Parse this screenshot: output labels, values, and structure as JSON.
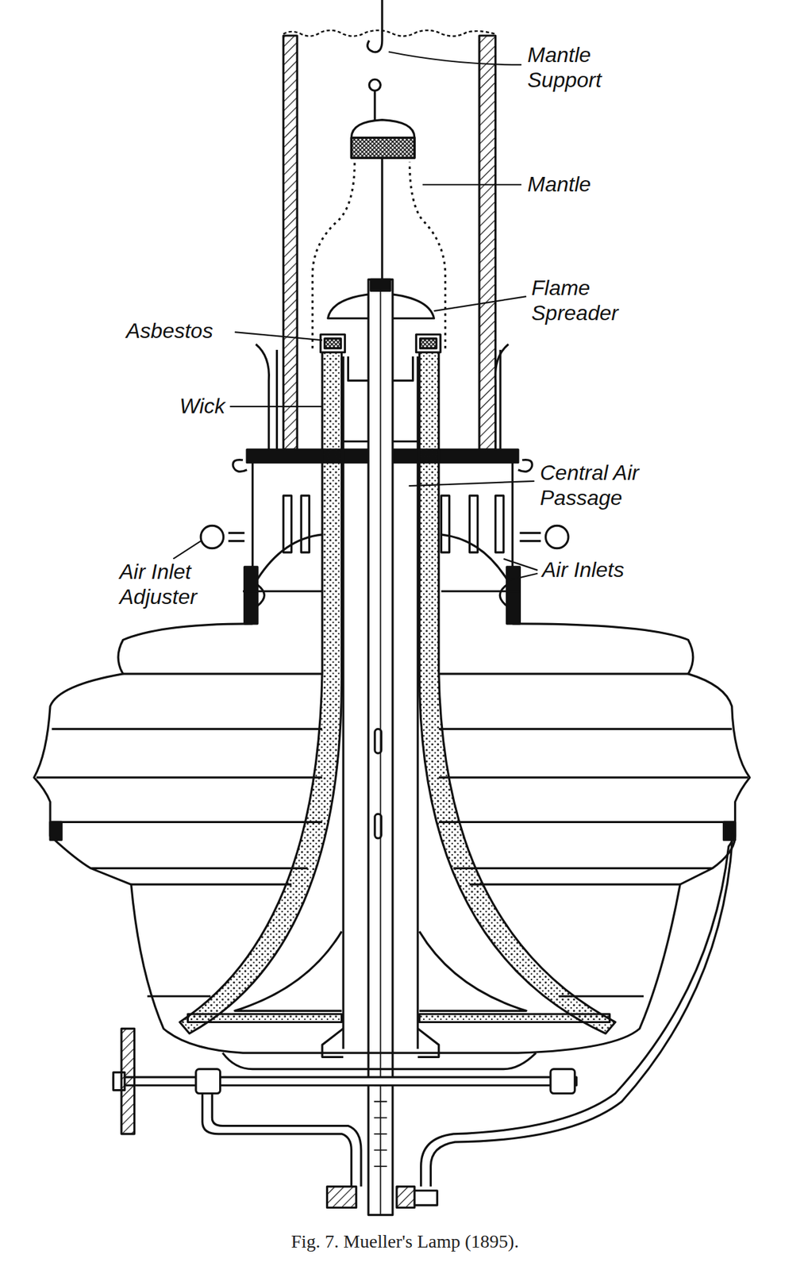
{
  "diagram": {
    "caption": "Fig. 7. Mueller's Lamp (1895).",
    "labels": [
      "Mantle Support",
      "Mantle",
      "Flame Spreader",
      "Asbestos",
      "Wick",
      "Central Air Passage",
      "Air Inlets",
      "Air Inlet Adjuster"
    ]
  }
}
